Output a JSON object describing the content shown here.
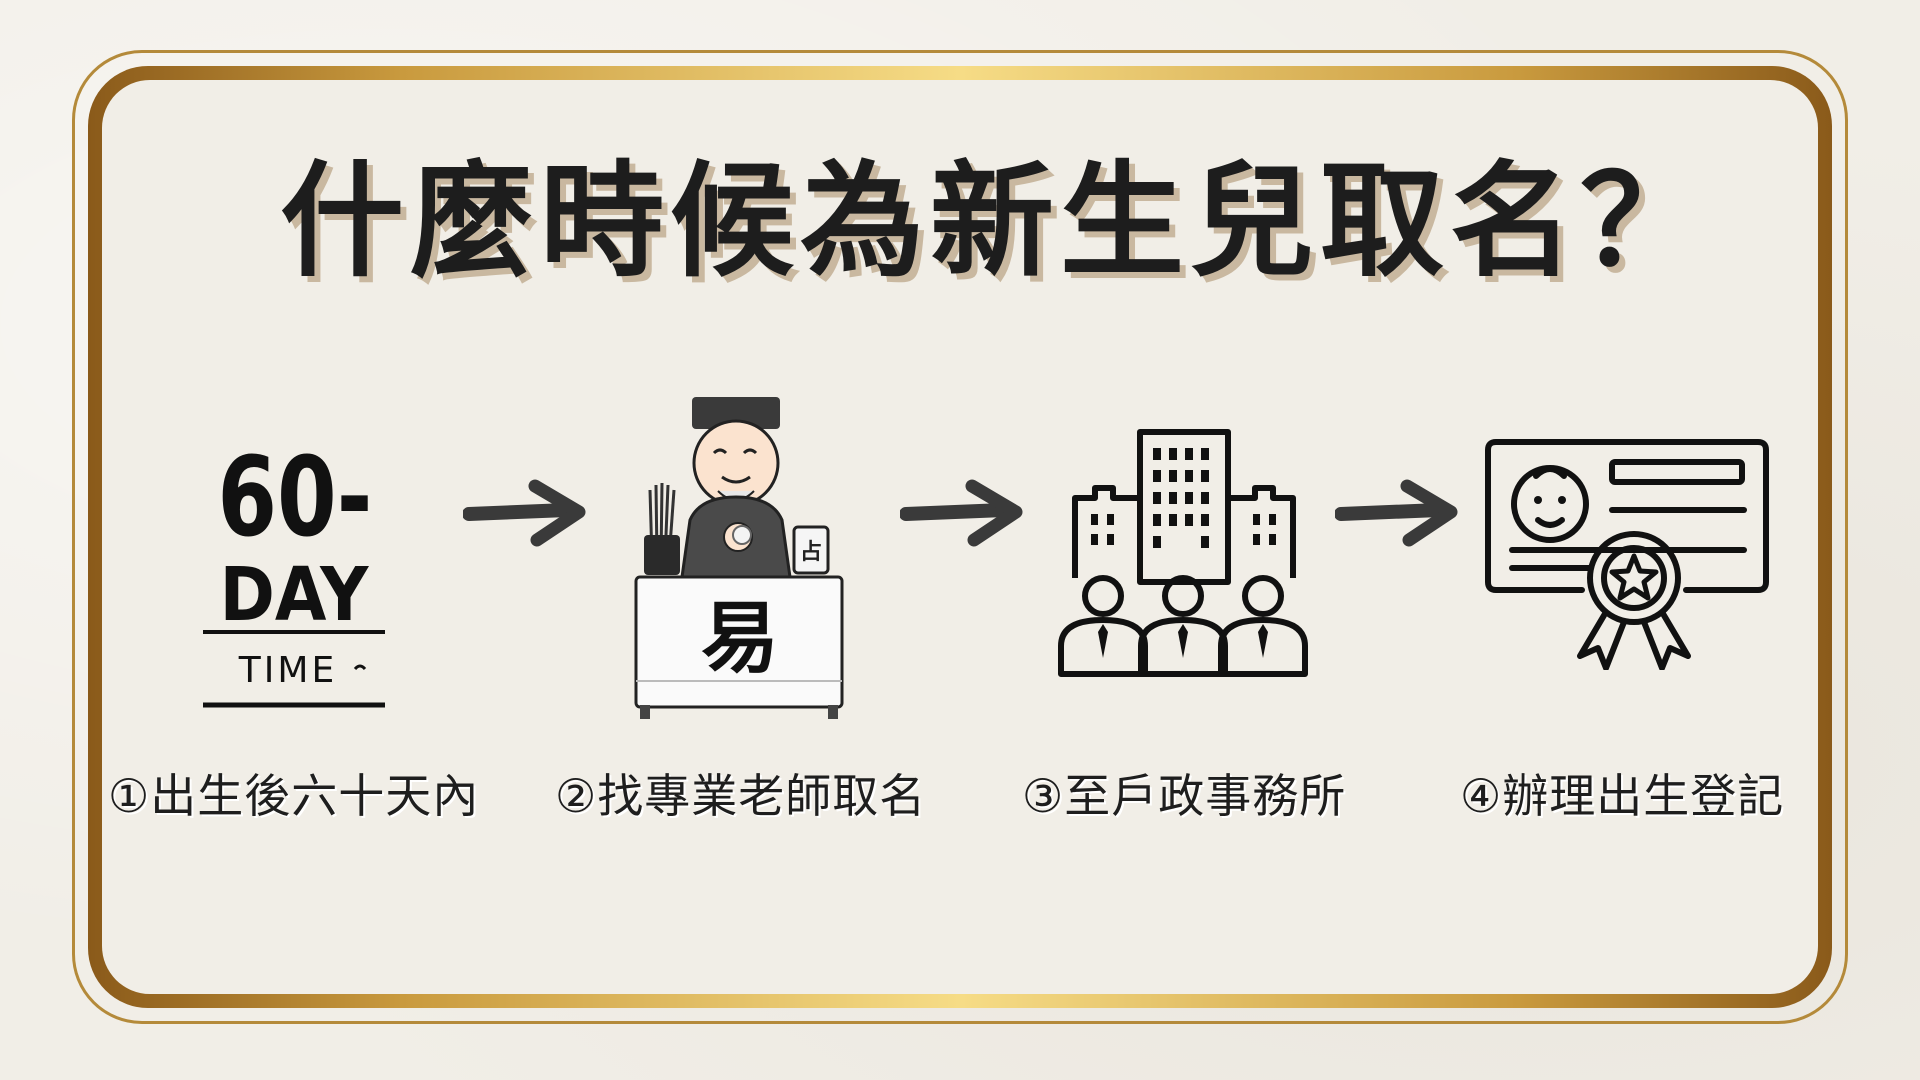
{
  "title": "什麼時候為新生兒取名？",
  "calendar_icon": {
    "number": "60-",
    "unit": "DAY",
    "caption": "TIME"
  },
  "fortune_icon": {
    "sign_char": "占",
    "table_char": "易"
  },
  "steps": [
    {
      "label": "①出生後六十天內",
      "icon": "60-day-time-icon"
    },
    {
      "label": "②找專業老師取名",
      "icon": "fortune-teller-icon"
    },
    {
      "label": "③至戶政事務所",
      "icon": "office-building-people-icon"
    },
    {
      "label": "④辦理出生登記",
      "icon": "certificate-award-icon"
    }
  ],
  "colors": {
    "background": "#f1eee7",
    "gold": "#c99a3e",
    "text": "#1d1d1d"
  }
}
